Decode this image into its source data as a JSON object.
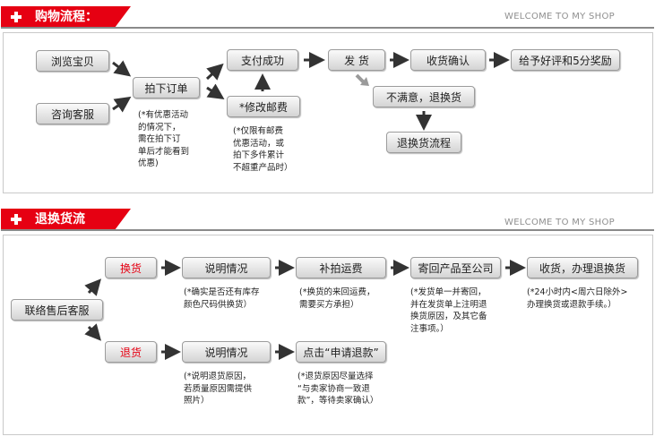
{
  "section1": {
    "title": "购物流程：",
    "welcome": "WELCOME TO MY SHOP",
    "steps": {
      "browse": "浏览宝贝",
      "consult": "咨询客服",
      "order": "拍下订单",
      "pay": "支付成功",
      "modify_postage": "*修改邮费",
      "ship": "发 货",
      "confirm": "收货确认",
      "review": "给予好评和5分奖励",
      "unsatisfied": "不满意，退换货",
      "return_flow": "退换货流程"
    },
    "notes": {
      "order_note": [
        "(*有优惠活动",
        "的情况下，",
        "需在拍下订",
        "单后才能看到",
        "优惠)"
      ],
      "postage_note": [
        "(*仅限有邮费",
        "优惠活动，或",
        "拍下多件累计",
        "不超重产品时）"
      ]
    }
  },
  "section2": {
    "title": "退换货流程：",
    "welcome": "WELCOME TO MY SHOP",
    "steps": {
      "contact": "联络售后客服",
      "exchange": "换货",
      "refund": "退货",
      "explain1": "说明情况",
      "explain2": "说明情况",
      "repay_ship": "补拍运费",
      "send_back": "寄回产品至公司",
      "receive": "收货，办理退换货",
      "apply_refund": "点击“申请退款”"
    },
    "notes": {
      "explain1_note": [
        "(*确实是否还有库存",
        "颜色尺码供换货）"
      ],
      "repay_note": [
        "(*换货的来回运费，",
        "需要买方承担）"
      ],
      "send_note": [
        "(*发货单一并寄回，",
        "并在发货单上注明退",
        "换货原因，及其它备",
        "注事项。）"
      ],
      "receive_note": [
        "(*24小时内<周六日除外>",
        "办理换货或退款手续。）"
      ],
      "explain2_note": [
        "(*说明退货原因，",
        "若质量原因需提供",
        "照片）"
      ],
      "apply_note": [
        "(*退货原因尽量选择",
        "“与卖家协商一致退",
        "款”，等待卖家确认）"
      ]
    }
  }
}
